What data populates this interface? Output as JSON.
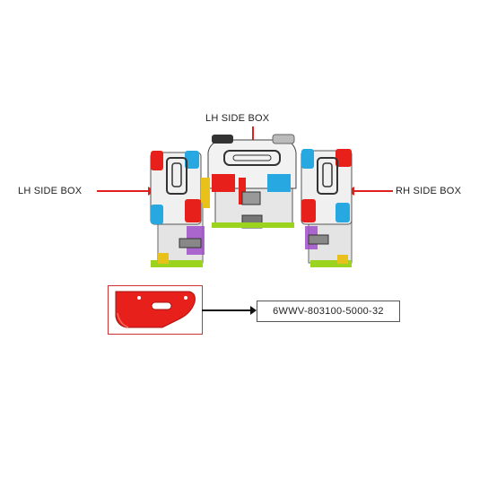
{
  "labels": {
    "top_box": "LH SIDE BOX",
    "left_box": "LH SIDE BOX",
    "right_box": "RH SIDE BOX"
  },
  "part_number": "6WWV-803100-5000-32",
  "colors": {
    "arrow": "#e0211e",
    "highlight_part": "#e8201b",
    "box_body": "#e6e6e6",
    "accent_red": "#e8201b",
    "accent_blue": "#28a8e0",
    "accent_green": "#9bd31e",
    "accent_yellow": "#e8c21a",
    "accent_purple": "#a050c8"
  }
}
